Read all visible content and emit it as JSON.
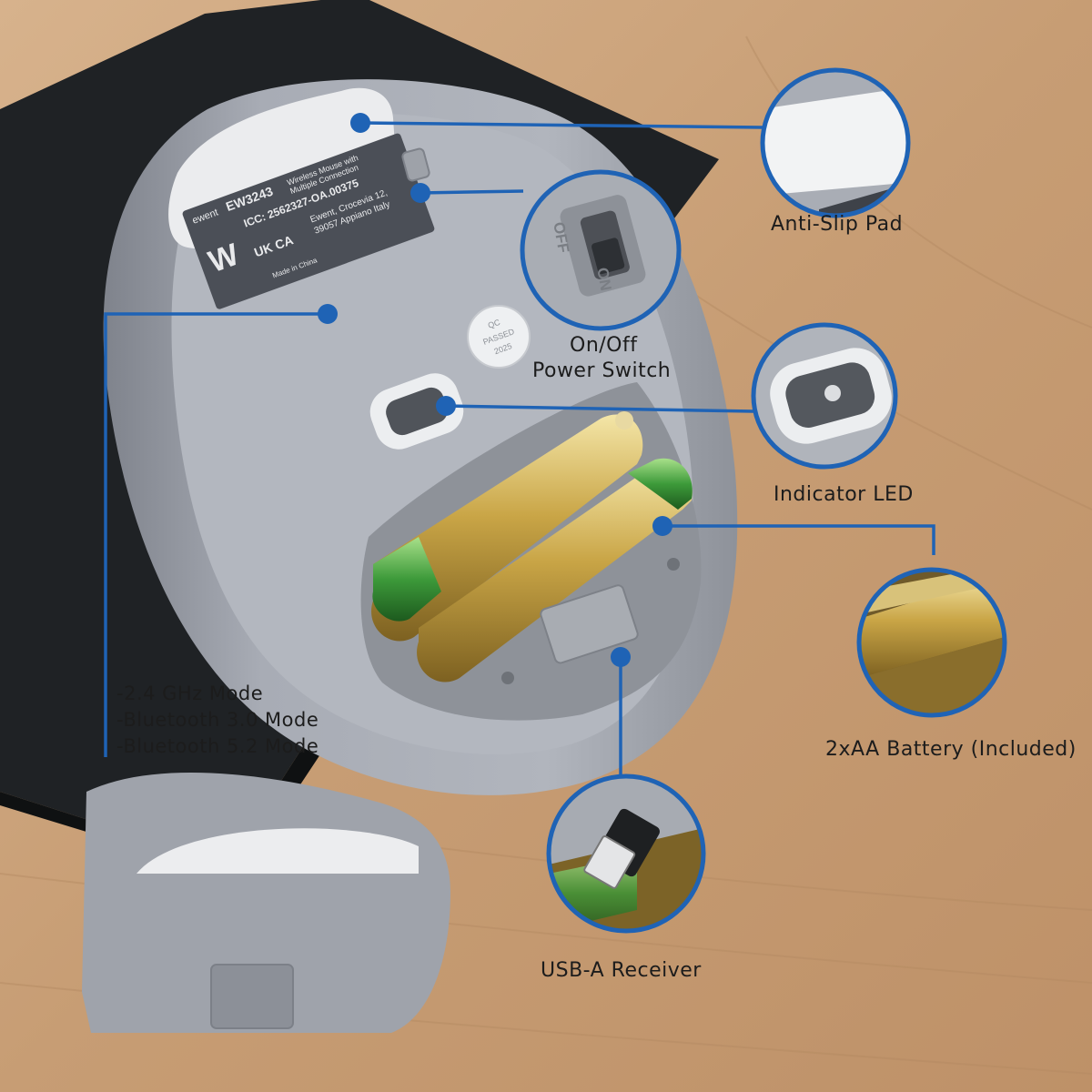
{
  "callouts": {
    "anti_slip_pad": "Anti-Slip Pad",
    "power_switch_line1": "On/Off",
    "power_switch_line2": "Power Switch",
    "indicator_led": "Indicator LED",
    "battery": "2xAA Battery (Included)",
    "receiver": "USB-A Receiver"
  },
  "modes": [
    "-2.4 GHz Mode",
    "-Bluetooth 3.0 Mode",
    "-Bluetooth 5.2 Mode"
  ],
  "product_label": {
    "brand": "ewent",
    "model": "EW3243",
    "description_line1": "Wireless Mouse with",
    "description_line2": "Multiple Connection",
    "icc": "ICC: 2562327-OA.00375",
    "address_line1": "Ewent, Croceviа 12,",
    "address_line2": "39057 Appiano Italy",
    "marks": "UK CA",
    "origin": "Made in China"
  },
  "qc_sticker": {
    "line1": "QC",
    "line2": "PASSED",
    "line3": "2025"
  },
  "switch_labels": {
    "off": "OFF",
    "on": "ON"
  },
  "colors": {
    "accent_line": "#1f63b5",
    "mouse_body": "#a5a9b2",
    "desk": "#c9a27d",
    "pad": "#232629"
  }
}
